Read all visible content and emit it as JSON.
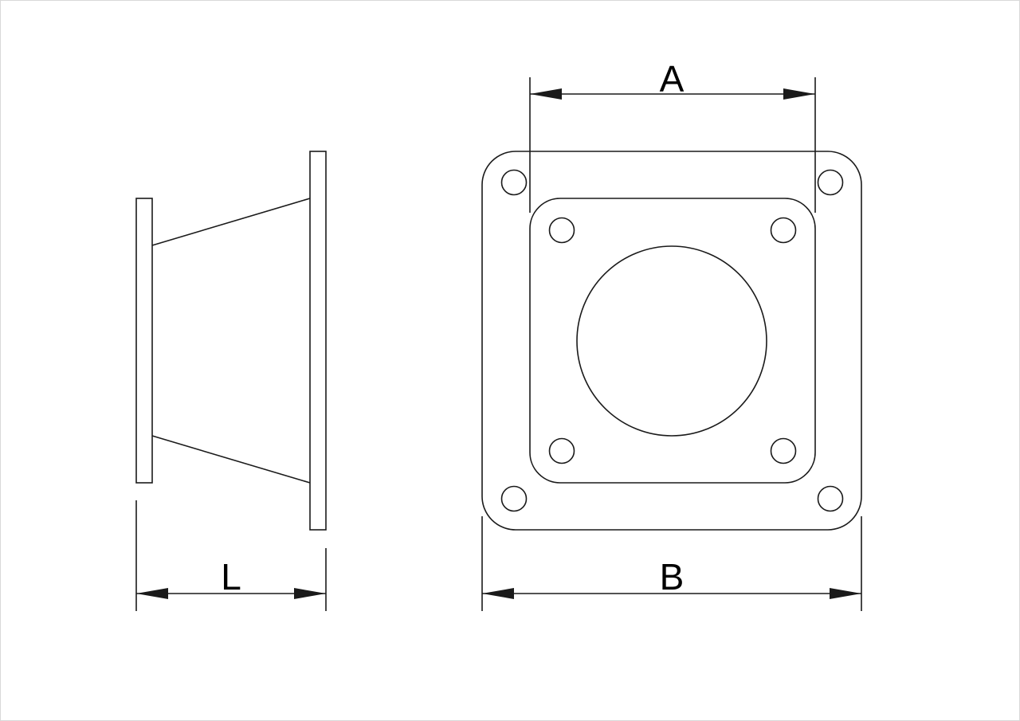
{
  "dimensions": {
    "a_label": "A",
    "b_label": "B",
    "l_label": "L"
  },
  "colors": {
    "line": "#1a1a1a",
    "background": "#ffffff",
    "frame": "#d9d9d9"
  }
}
